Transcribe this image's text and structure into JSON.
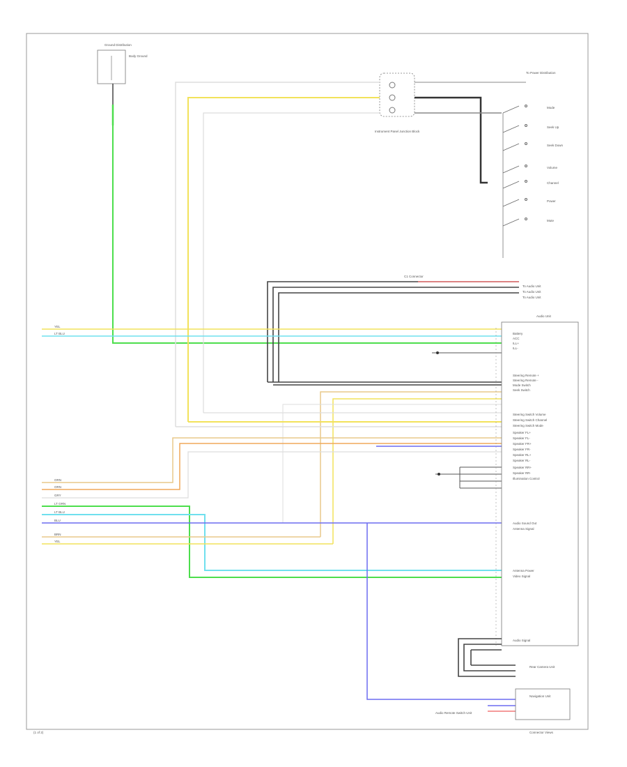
{
  "footer": {
    "left": "(1 of 2)",
    "right": "Connector Views"
  },
  "ground": {
    "title": "Ground Distribution",
    "label": "Body Ground"
  },
  "junction": {
    "label": "Instrument Panel Junction Block",
    "right_label": "To Power Distribution"
  },
  "connector_top": {
    "label": "C1 Connector",
    "right_labels": [
      "To Audio Unit",
      "To Audio Unit",
      "To Audio Unit"
    ]
  },
  "module": {
    "title": "Audio Unit",
    "pins": [
      "Battery",
      "ACC",
      "ILL+",
      "ILL-",
      "Steering Remote +",
      "Steering Remote -",
      "Mode Switch",
      "Seek Switch",
      "Steering Switch Volume",
      "Steering Switch Channel",
      "Steering Switch Mode",
      "Speaker FL+",
      "Speaker FL-",
      "Speaker FR+",
      "Speaker FR-",
      "Speaker RL+",
      "Speaker RL-",
      "Speaker RR+",
      "Speaker RR-",
      "Illumination Control",
      "Audio Sound Out",
      "Antenna Signal",
      "Antenna Power",
      "Video Signal",
      "Audio Signal"
    ],
    "bottom_labels": [
      "Rear Camera Unit",
      "Navigation Unit"
    ],
    "bottom_left_label": "Audio Remote Switch Unit"
  },
  "switches": [
    "Mode",
    "Seek Up",
    "Seek Down",
    "Volume",
    "Channel",
    "Power",
    "Mute"
  ],
  "left_wires": {
    "group1": [
      "YEL",
      "LT BLU"
    ],
    "group2": [
      "ORN",
      "ORN",
      "GRY",
      "LT GRN",
      "LT BLU",
      "BLU"
    ],
    "group3": [
      "BRN",
      "YEL"
    ]
  },
  "colors": {
    "yellow": "#f2e25a",
    "light_blue": "#6fe0ee",
    "green": "#4cde4c",
    "orange": "#f1a85a",
    "tan": "#e8c98a",
    "blue": "#6c6cf0",
    "black": "#333333",
    "gray": "#bbbbbb",
    "red": "#f07878"
  }
}
